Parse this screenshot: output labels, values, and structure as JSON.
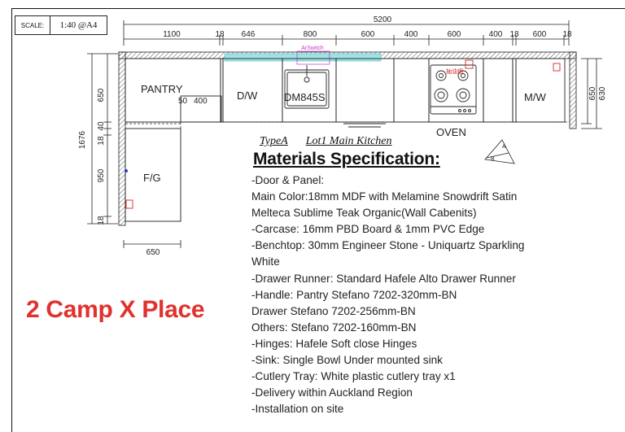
{
  "scale": {
    "label": "SCALE:",
    "value": "1:40 @A4"
  },
  "plan": {
    "top_dims": [
      "5200",
      "1100",
      "18",
      "646",
      "800",
      "600",
      "400",
      "600",
      "400",
      "18",
      "600",
      "18"
    ],
    "left_dims": [
      "650",
      "40",
      "18",
      "950",
      "18"
    ],
    "left_total": "1676",
    "right_dims": [
      "650",
      "630"
    ],
    "bottom_dim": "650",
    "inner_dims": [
      "50",
      "400"
    ],
    "cabinets": {
      "pantry": "PANTRY",
      "dw": "D/W",
      "sink_model": "DM845S",
      "mw": "M/W",
      "fg": "F/G",
      "oven": "OVEN"
    },
    "switch_label": "ArSwitch",
    "small_label": "抽油烟",
    "view_labels": [
      "A",
      "B"
    ]
  },
  "spec": {
    "type": "TypeA",
    "lot": "Lot1 Main Kitchen",
    "title": "Materials Specification:",
    "lines": [
      "-Door & Panel:",
      "Main Color:18mm MDF with Melamine Snowdrift Satin",
      "Melteca Sublime Teak Organic(Wall Cabenits)",
      "-Carcase: 16mm PBD Board & 1mm PVC Edge",
      "-Benchtop: 30mm Engineer Stone - Uniquartz Sparkling White",
      "-Drawer Runner: Standard Hafele Alto Drawer Runner",
      "-Handle: Pantry Stefano 7202-320mm-BN",
      "Drawer Stefano 7202-256mm-BN",
      "Others: Stefano 7202-160mm-BN",
      "-Hinges: Hafele Soft close Hinges",
      "-Sink: Single Bowl Under mounted sink",
      "-Cutlery Tray: White plastic cutlery tray x1",
      "-Delivery within Auckland Region",
      "-Installation on site"
    ]
  },
  "address": "2 Camp X Place",
  "colors": {
    "accent_red": "#e0322e",
    "cyan_strip": "#9fe3e6",
    "magenta": "#c13bc8",
    "red_marker": "#d62828"
  }
}
